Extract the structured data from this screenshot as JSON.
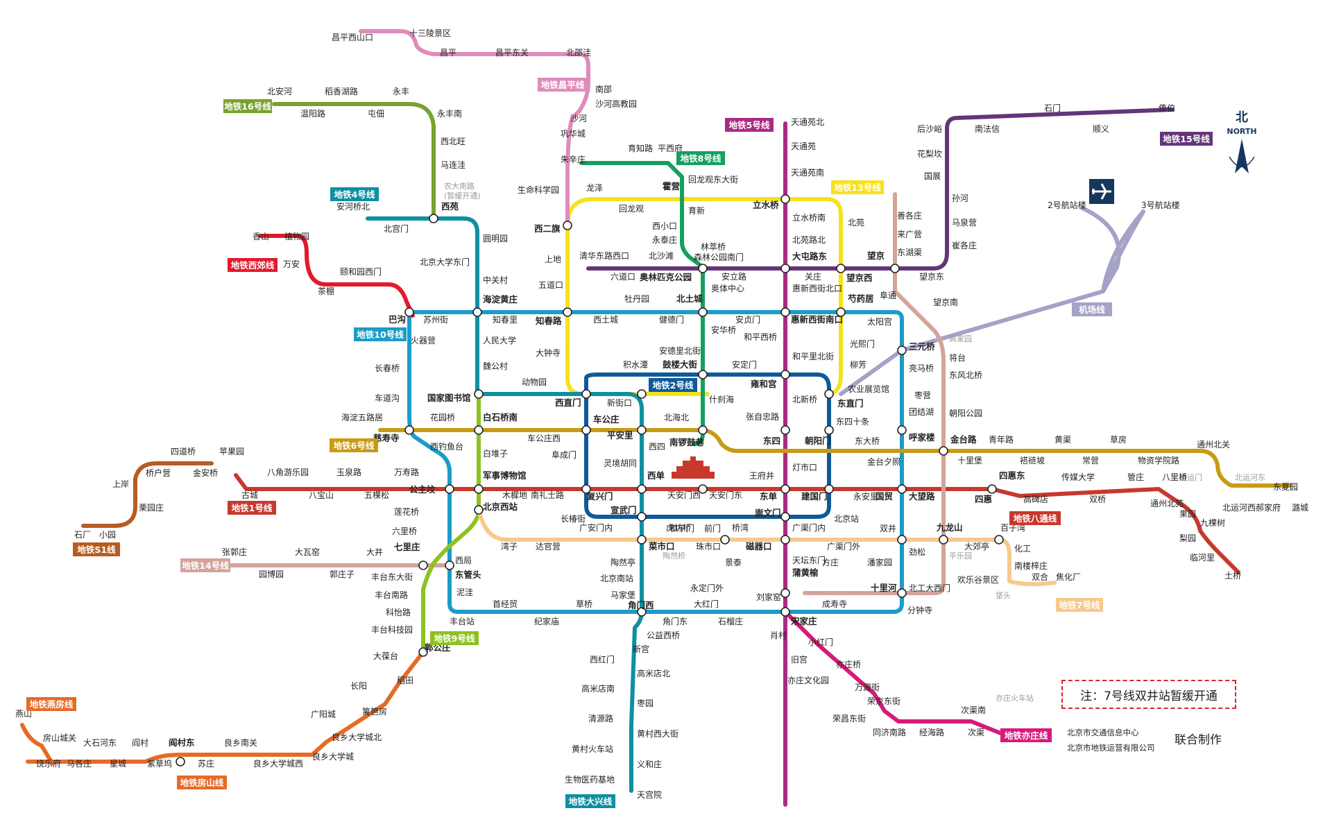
{
  "lines": [
    {
      "id": "l16",
      "name": "地铁16号线",
      "color": "#78a22f"
    },
    {
      "id": "lcp",
      "name": "地铁昌平线",
      "color": "#e08bbc"
    },
    {
      "id": "l4",
      "name": "地铁4号线",
      "color": "#0f8fa2"
    },
    {
      "id": "lxj",
      "name": "地铁西郊线",
      "color": "#e3192c"
    },
    {
      "id": "l10",
      "name": "地铁10号线",
      "color": "#1a9cc9"
    },
    {
      "id": "l6",
      "name": "地铁6号线",
      "color": "#c89a16"
    },
    {
      "id": "l1",
      "name": "地铁1号线",
      "color": "#c8382d"
    },
    {
      "id": "ls1",
      "name": "地铁S1线",
      "color": "#b55d22"
    },
    {
      "id": "l14",
      "name": "地铁14号线",
      "color": "#d3a39c"
    },
    {
      "id": "l9",
      "name": "地铁9号线",
      "color": "#8dc21f"
    },
    {
      "id": "lfs",
      "name": "地铁房山线",
      "color": "#e76a27"
    },
    {
      "id": "lys",
      "name": "地铁燕房线",
      "color": "#e76a27"
    },
    {
      "id": "ldx",
      "name": "地铁大兴线",
      "color": "#0f8fa2"
    },
    {
      "id": "l5",
      "name": "地铁5号线",
      "color": "#aa2a84"
    },
    {
      "id": "l8",
      "name": "地铁8号线",
      "color": "#13a060"
    },
    {
      "id": "l13",
      "name": "地铁13号线",
      "color": "#f7e11a"
    },
    {
      "id": "l2",
      "name": "地铁2号线",
      "color": "#0f5a9a"
    },
    {
      "id": "l15",
      "name": "地铁15号线",
      "color": "#643579"
    },
    {
      "id": "lbt",
      "name": "地铁八通线",
      "color": "#c8382d"
    },
    {
      "id": "l7",
      "name": "地铁7号线",
      "color": "#f6c98c"
    },
    {
      "id": "lyz",
      "name": "地铁亦庄线",
      "color": "#d61a7d"
    },
    {
      "id": "ljc",
      "name": "机场线",
      "color": "#a5a2c8"
    }
  ],
  "stations": [
    {
      "n": "昌平西山口"
    },
    {
      "n": "十三陵景区"
    },
    {
      "n": "昌平"
    },
    {
      "n": "昌平东关"
    },
    {
      "n": "北邵洼"
    },
    {
      "n": "南邵"
    },
    {
      "n": "沙河高教园"
    },
    {
      "n": "沙河"
    },
    {
      "n": "巩华城"
    },
    {
      "n": "朱辛庄"
    },
    {
      "n": "生命科学园"
    },
    {
      "n": "西二旗"
    },
    {
      "n": "北安河"
    },
    {
      "n": "稻香湖路"
    },
    {
      "n": "永丰"
    },
    {
      "n": "温阳路"
    },
    {
      "n": "屯佃"
    },
    {
      "n": "永丰南"
    },
    {
      "n": "西北旺"
    },
    {
      "n": "马连洼"
    },
    {
      "n": "农大南路"
    },
    {
      "n": "(暂缓开通)"
    },
    {
      "n": "西苑"
    },
    {
      "n": "安河桥北"
    },
    {
      "n": "北宫门"
    },
    {
      "n": "圆明园"
    },
    {
      "n": "北京大学东门"
    },
    {
      "n": "中关村"
    },
    {
      "n": "海淀黄庄"
    },
    {
      "n": "人民大学"
    },
    {
      "n": "魏公村"
    },
    {
      "n": "国家图书馆"
    },
    {
      "n": "动物园"
    },
    {
      "n": "西直门"
    },
    {
      "n": "新街口"
    },
    {
      "n": "平安里"
    },
    {
      "n": "西四"
    },
    {
      "n": "灵境胡同"
    },
    {
      "n": "西单"
    },
    {
      "n": "宣武门"
    },
    {
      "n": "菜市口"
    },
    {
      "n": "陶然亭"
    },
    {
      "n": "北京南站"
    },
    {
      "n": "马家堡"
    },
    {
      "n": "角门西"
    },
    {
      "n": "香山"
    },
    {
      "n": "植物园"
    },
    {
      "n": "万安"
    },
    {
      "n": "茶棚"
    },
    {
      "n": "颐和园西门"
    },
    {
      "n": "巴沟"
    },
    {
      "n": "苏州街"
    },
    {
      "n": "知春里"
    },
    {
      "n": "知春路"
    },
    {
      "n": "西土城"
    },
    {
      "n": "牡丹园"
    },
    {
      "n": "健德门"
    },
    {
      "n": "北土城"
    },
    {
      "n": "安贞门"
    },
    {
      "n": "惠新西街南口"
    },
    {
      "n": "芍药居"
    },
    {
      "n": "太阳宫"
    },
    {
      "n": "三元桥"
    },
    {
      "n": "亮马桥"
    },
    {
      "n": "农业展览馆"
    },
    {
      "n": "团结湖"
    },
    {
      "n": "呼家楼"
    },
    {
      "n": "金台夕照"
    },
    {
      "n": "国贸"
    },
    {
      "n": "双井"
    },
    {
      "n": "劲松"
    },
    {
      "n": "潘家园"
    },
    {
      "n": "十里河"
    },
    {
      "n": "分钟寺"
    },
    {
      "n": "成寿寺"
    },
    {
      "n": "宋家庄"
    },
    {
      "n": "石榴庄"
    },
    {
      "n": "大红门"
    },
    {
      "n": "角门东"
    },
    {
      "n": "草桥"
    },
    {
      "n": "纪家庙"
    },
    {
      "n": "首经贸"
    },
    {
      "n": "丰台站"
    },
    {
      "n": "泥洼"
    },
    {
      "n": "西局"
    },
    {
      "n": "六里桥"
    },
    {
      "n": "莲花桥"
    },
    {
      "n": "公主坟"
    },
    {
      "n": "西钓鱼台"
    },
    {
      "n": "慈寿寺"
    },
    {
      "n": "车道沟"
    },
    {
      "n": "长春桥"
    },
    {
      "n": "火器营"
    },
    {
      "n": "海淀五路居"
    },
    {
      "n": "花园桥"
    },
    {
      "n": "白石桥南"
    },
    {
      "n": "车公庄西"
    },
    {
      "n": "车公庄"
    },
    {
      "n": "北海北"
    },
    {
      "n": "南锣鼓巷"
    },
    {
      "n": "东四"
    },
    {
      "n": "朝阳门"
    },
    {
      "n": "东大桥"
    },
    {
      "n": "金台路"
    },
    {
      "n": "十里堡"
    },
    {
      "n": "青年路"
    },
    {
      "n": "褡裢坡"
    },
    {
      "n": "黄渠"
    },
    {
      "n": "常营"
    },
    {
      "n": "草房"
    },
    {
      "n": "物资学院路"
    },
    {
      "n": "通州北关"
    },
    {
      "n": "通运门"
    },
    {
      "n": "北运河西"
    },
    {
      "n": "北运河东"
    },
    {
      "n": "郝家府"
    },
    {
      "n": "东夏园"
    },
    {
      "n": "潞城"
    },
    {
      "n": "苹果园"
    },
    {
      "n": "古城"
    },
    {
      "n": "八角游乐园"
    },
    {
      "n": "八宝山"
    },
    {
      "n": "玉泉路"
    },
    {
      "n": "五棵松"
    },
    {
      "n": "万寿路"
    },
    {
      "n": "军事博物馆"
    },
    {
      "n": "木樨地"
    },
    {
      "n": "南礼士路"
    },
    {
      "n": "复兴门"
    },
    {
      "n": "天安门西"
    },
    {
      "n": "天安门东"
    },
    {
      "n": "王府井"
    },
    {
      "n": "东单"
    },
    {
      "n": "建国门"
    },
    {
      "n": "永安里"
    },
    {
      "n": "大望路"
    },
    {
      "n": "四惠"
    },
    {
      "n": "四惠东"
    },
    {
      "n": "高碑店"
    },
    {
      "n": "传媒大学"
    },
    {
      "n": "双桥"
    },
    {
      "n": "管庄"
    },
    {
      "n": "八里桥"
    },
    {
      "n": "通州北苑"
    },
    {
      "n": "果园"
    },
    {
      "n": "九棵树"
    },
    {
      "n": "梨园"
    },
    {
      "n": "临河里"
    },
    {
      "n": "土桥"
    },
    {
      "n": "石厂"
    },
    {
      "n": "小园"
    },
    {
      "n": "栗园庄"
    },
    {
      "n": "上岸"
    },
    {
      "n": "桥户营"
    },
    {
      "n": "四道桥"
    },
    {
      "n": "金安桥"
    },
    {
      "n": "张郭庄"
    },
    {
      "n": "园博园"
    },
    {
      "n": "大瓦窑"
    },
    {
      "n": "郭庄子"
    },
    {
      "n": "大井"
    },
    {
      "n": "七里庄"
    },
    {
      "n": "东管头"
    },
    {
      "n": "北京西站"
    },
    {
      "n": "白堆子"
    },
    {
      "n": "丰台东大街"
    },
    {
      "n": "丰台南路"
    },
    {
      "n": "科怡路"
    },
    {
      "n": "丰台科技园"
    },
    {
      "n": "郭公庄"
    },
    {
      "n": "湾子"
    },
    {
      "n": "达官营"
    },
    {
      "n": "广安门内"
    },
    {
      "n": "虎坊桥"
    },
    {
      "n": "珠市口"
    },
    {
      "n": "桥湾"
    },
    {
      "n": "磁器口"
    },
    {
      "n": "广渠门内"
    },
    {
      "n": "广渠门外"
    },
    {
      "n": "九龙山"
    },
    {
      "n": "大郊亭"
    },
    {
      "n": "百子湾"
    },
    {
      "n": "化工"
    },
    {
      "n": "南楼梓庄"
    },
    {
      "n": "欢乐谷景区"
    },
    {
      "n": "双合"
    },
    {
      "n": "焦化厂"
    },
    {
      "n": "垡头"
    },
    {
      "n": "天通苑北"
    },
    {
      "n": "天通苑"
    },
    {
      "n": "天通苑南"
    },
    {
      "n": "立水桥"
    },
    {
      "n": "立水桥南"
    },
    {
      "n": "北苑路北"
    },
    {
      "n": "大屯路东"
    },
    {
      "n": "惠新西街北口"
    },
    {
      "n": "和平西桥"
    },
    {
      "n": "和平里北街"
    },
    {
      "n": "雍和宫"
    },
    {
      "n": "北新桥"
    },
    {
      "n": "张自忠路"
    },
    {
      "n": "灯市口"
    },
    {
      "n": "崇文门"
    },
    {
      "n": "天坛东门"
    },
    {
      "n": "蒲黄榆"
    },
    {
      "n": "刘家窑"
    },
    {
      "n": "朱辛庄"
    },
    {
      "n": "育知路"
    },
    {
      "n": "平西府"
    },
    {
      "n": "回龙观东大街"
    },
    {
      "n": "霍营"
    },
    {
      "n": "育新"
    },
    {
      "n": "西小口"
    },
    {
      "n": "永泰庄"
    },
    {
      "n": "林萃桥"
    },
    {
      "n": "森林公园南门"
    },
    {
      "n": "奥林匹克公园"
    },
    {
      "n": "奥体中心"
    },
    {
      "n": "安华桥"
    },
    {
      "n": "安德里北街"
    },
    {
      "n": "鼓楼大街"
    },
    {
      "n": "什刹海"
    },
    {
      "n": "龙泽"
    },
    {
      "n": "回龙观"
    },
    {
      "n": "上地"
    },
    {
      "n": "五道口"
    },
    {
      "n": "大钟寺"
    },
    {
      "n": "北苑"
    },
    {
      "n": "望京西"
    },
    {
      "n": "光熙门"
    },
    {
      "n": "柳芳"
    },
    {
      "n": "东直门"
    },
    {
      "n": "积水潭"
    },
    {
      "n": "安定门"
    },
    {
      "n": "东四十条"
    },
    {
      "n": "北京站"
    },
    {
      "n": "前门"
    },
    {
      "n": "和平门"
    },
    {
      "n": "长椿街"
    },
    {
      "n": "阜成门"
    },
    {
      "n": "清华东路西口"
    },
    {
      "n": "六道口"
    },
    {
      "n": "北沙滩"
    },
    {
      "n": "安立路"
    },
    {
      "n": "关庄"
    },
    {
      "n": "望京"
    },
    {
      "n": "望京东"
    },
    {
      "n": "崔各庄"
    },
    {
      "n": "马泉营"
    },
    {
      "n": "孙河"
    },
    {
      "n": "国展"
    },
    {
      "n": "花梨坎"
    },
    {
      "n": "后沙峪"
    },
    {
      "n": "南法信"
    },
    {
      "n": "石门"
    },
    {
      "n": "顺义"
    },
    {
      "n": "俸伯"
    },
    {
      "n": "善各庄"
    },
    {
      "n": "来广营"
    },
    {
      "n": "东湖渠"
    },
    {
      "n": "阜通"
    },
    {
      "n": "望京南"
    },
    {
      "n": "高家园"
    },
    {
      "n": "将台"
    },
    {
      "n": "东风北桥"
    },
    {
      "n": "枣营"
    },
    {
      "n": "朝阳公园"
    },
    {
      "n": "平乐园"
    },
    {
      "n": "北工大西门"
    },
    {
      "n": "公益西桥"
    },
    {
      "n": "新宫"
    },
    {
      "n": "西红门"
    },
    {
      "n": "高米店北"
    },
    {
      "n": "高米店南"
    },
    {
      "n": "枣园"
    },
    {
      "n": "清源路"
    },
    {
      "n": "黄村西大街"
    },
    {
      "n": "黄村火车站"
    },
    {
      "n": "义和庄"
    },
    {
      "n": "生物医药基地"
    },
    {
      "n": "天宫院"
    },
    {
      "n": "肖村"
    },
    {
      "n": "小红门"
    },
    {
      "n": "旧宫"
    },
    {
      "n": "亦庄桥"
    },
    {
      "n": "亦庄文化园"
    },
    {
      "n": "万源街"
    },
    {
      "n": "荣京东街"
    },
    {
      "n": "荣昌东街"
    },
    {
      "n": "同济南路"
    },
    {
      "n": "经海路"
    },
    {
      "n": "次渠南"
    },
    {
      "n": "次渠"
    },
    {
      "n": "亦庄火车站"
    },
    {
      "n": "大葆台"
    },
    {
      "n": "稻田"
    },
    {
      "n": "长阳"
    },
    {
      "n": "篱笆房"
    },
    {
      "n": "广阳城"
    },
    {
      "n": "良乡大学城北"
    },
    {
      "n": "良乡大学城"
    },
    {
      "n": "良乡大学城西"
    },
    {
      "n": "良乡南关"
    },
    {
      "n": "苏庄"
    },
    {
      "n": "燕山"
    },
    {
      "n": "房山城关"
    },
    {
      "n": "饶乐府"
    },
    {
      "n": "马各庄"
    },
    {
      "n": "大石河东"
    },
    {
      "n": "星城"
    },
    {
      "n": "阎村"
    },
    {
      "n": "紫草坞"
    },
    {
      "n": "阎村东"
    },
    {
      "n": "2号航站楼"
    },
    {
      "n": "3号航站楼"
    },
    {
      "n": "陶然桥"
    },
    {
      "n": "景泰"
    },
    {
      "n": "永定门外"
    },
    {
      "n": "方庄"
    }
  ],
  "compass": {
    "char": "北",
    "label": "NORTH"
  },
  "note": "注：7号线双井站暂缓开通",
  "maker": {
    "org1": "北京市交通信息中心",
    "org2": "北京市地铁运营有限公司",
    "tag": "联合制作"
  }
}
